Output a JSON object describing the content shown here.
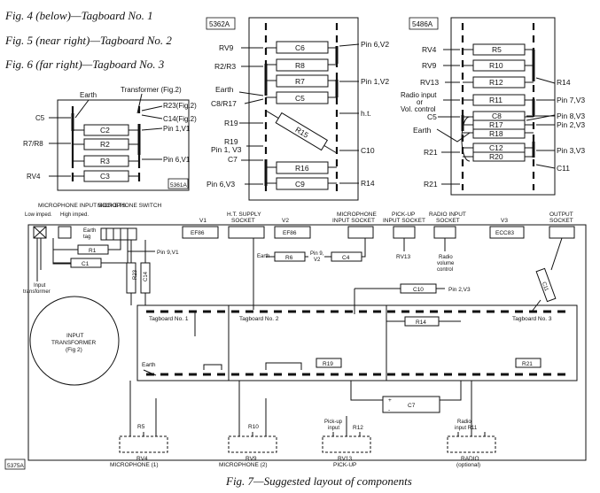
{
  "captions": {
    "fig4": "Fig. 4 (below)—Tagboard No. 1",
    "fig5": "Fig. 5 (near right)—Tagboard No. 2",
    "fig6": "Fig. 6 (far right)—Tagboard No. 3",
    "fig7": "Fig. 7—Suggested layout of components"
  },
  "codes": {
    "b2": "5362A",
    "b3": "5486A",
    "b1": "5361A",
    "main": "5375A"
  },
  "board1": {
    "earth": "Earth",
    "transformer": "Transformer (Fig.2)",
    "c5": "C5",
    "r7r8": "R7/R8",
    "rv4": "RV4",
    "r23": "R23(Fig.2)",
    "c14": "C14(Fig.2)",
    "pin1": "Pin 1,V1",
    "pin6": "Pin 6,V1",
    "comps": [
      "C2",
      "R2",
      "R3",
      "C3"
    ]
  },
  "board2": {
    "rv9": "RV9",
    "r2r3": "R2/R3",
    "earth": "Earth",
    "c8r17": "C8/R17",
    "r19a": "R19",
    "r19b": "R19",
    "pin1v3": "Pin 1, V3",
    "c7": "C7",
    "pin6v3": "Pin 6,V3",
    "pin6v2": "Pin 6,V2",
    "pin1v2": "Pin 1,V2",
    "ht": "h.t.",
    "c10": "C10",
    "r14": "R14",
    "comps": [
      "C6",
      "R8",
      "R7",
      "C5",
      "R15",
      "R16",
      "C9"
    ]
  },
  "board3": {
    "rv4": "RV4",
    "rv9": "RV9",
    "rv13": "RV13",
    "radio1": "Radio input",
    "radio2": "or",
    "radio3": "Vol. control",
    "c5": "C5",
    "earth": "Earth",
    "r21a": "R21",
    "r21b": "R21",
    "r14": "R14",
    "pin7": "Pin 7,V3",
    "pin8": "Pin 8,V3",
    "pin2": "Pin 2,V3",
    "pin3": "Pin 3,V3",
    "c11": "C11",
    "comps": [
      "R5",
      "R10",
      "R12",
      "R11",
      "C8",
      "R17",
      "R18",
      "C12",
      "R20"
    ]
  },
  "main": {
    "mic_sockets": "MICROPHONE INPUT SOCKETS",
    "low_imped": "Low imped.",
    "high_imped": "High imped.",
    "earth_tag1": "Earth",
    "earth_tag2": "tag",
    "input_tf1": "Input",
    "input_tf2": "transformer",
    "mic_switch": "MICROPHONE SWITCH",
    "r1": "R1",
    "c1": "C1",
    "pin9v1": "Pin 9,V1",
    "r23": "R23",
    "c14": "C14",
    "v1": "V1",
    "v1tube": "EF86",
    "ht_socket1": "H.T. SUPPLY",
    "ht_socket2": "SOCKET",
    "v2": "V2",
    "v2tube": "EF86",
    "mic_input_socket1": "MICROPHONE",
    "mic_input_socket2": "INPUT SOCKET",
    "pickup_socket1": "PICK-UP",
    "pickup_socket2": "INPUT SOCKET",
    "radio_socket1": "RADIO INPUT",
    "radio_socket2": "SOCKET",
    "v3": "V3",
    "v3tube": "ECC83",
    "output_socket1": "OUTPUT",
    "output_socket2": "SOCKET",
    "earth_r6": "Earth",
    "r6": "R6",
    "pin9v2a": "Pin 9,",
    "pin9v2b": "V2",
    "c4": "C4",
    "rv13": "RV13",
    "radio_vol1": "Radio",
    "radio_vol2": "volume",
    "radio_vol3": "control",
    "c11": "C11",
    "c10": "C10",
    "pin2v3": "Pin 2,V3",
    "r14": "R14",
    "tagboard1": "Tagboard No. 1",
    "tagboard2": "Tagboard No. 2",
    "tagboard3": "Tagboard No. 3",
    "input_transformer1": "INPUT",
    "input_transformer2": "TRANSFORMER",
    "input_transformer3": "(Fig 2)",
    "earth_main": "Earth",
    "r19": "R19",
    "r21": "R21",
    "c7": "C7",
    "c7_plus": "+",
    "c7_minus": "-",
    "r5": "R5",
    "rv4": "RV4",
    "mic1": "MICROPHONE (1)",
    "r10": "R10",
    "rv9": "RV9",
    "mic2": "MICROPHONE (2)",
    "pickup_input1": "Pick-up",
    "pickup_input2": "input",
    "r12": "R12",
    "rv13b": "RV13",
    "pickup": "PICK-UP",
    "radio_input1": "Radio",
    "radio_input2": "input R11",
    "radio": "RADIO",
    "optional": "(optional)"
  }
}
